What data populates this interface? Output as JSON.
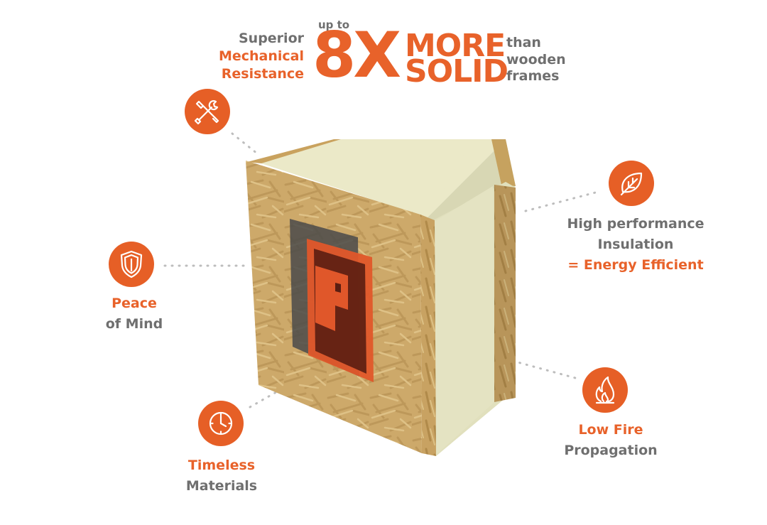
{
  "headline": {
    "superior": "Superior",
    "mechanical": "Mechanical",
    "resistance": "Resistance",
    "up_to": "up to",
    "multiplier": "8X",
    "more": "MORE",
    "solid": "SOLID",
    "than": "than",
    "wooden": "wooden",
    "frames": "frames"
  },
  "features": {
    "insulation": {
      "line1": "High performance",
      "line2": "Insulation",
      "line3": "= Energy Efficient",
      "icon": "leaf-icon"
    },
    "peace": {
      "line1": "Peace",
      "line2": "of Mind",
      "icon": "shield-icon"
    },
    "timeless": {
      "line1": "Timeless",
      "line2": "Materials",
      "icon": "clock-icon"
    },
    "fire": {
      "line1": "Low Fire",
      "line2": "Propagation",
      "icon": "flame-icon"
    },
    "mechanical": {
      "icon": "tools-icon"
    }
  },
  "colors": {
    "accent": "#e8622a",
    "text_gray": "#6f6f6f",
    "osb": "#c9a25e",
    "foam": "#ecebc8"
  }
}
